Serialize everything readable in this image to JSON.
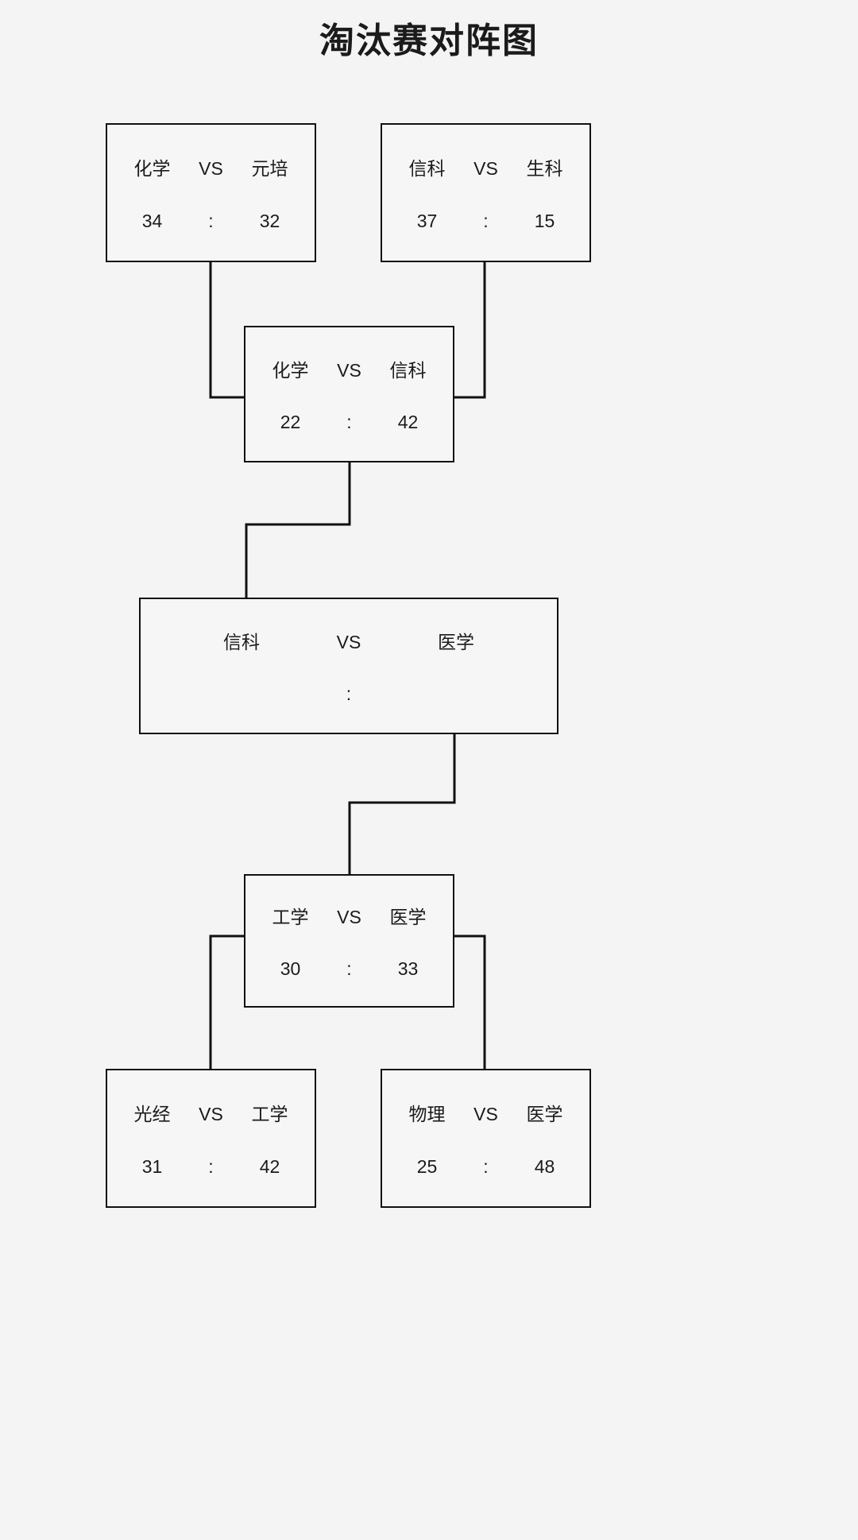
{
  "page": {
    "title": "淘汰赛对阵图",
    "background_color": "#f4f4f4",
    "box_fill_color": "#f6f6f6",
    "line_color": "#111111",
    "text_color": "#1b1b1b"
  },
  "labels": {
    "vs": "VS",
    "colon": ":"
  },
  "chart_data": {
    "type": "bracket",
    "title": "淘汰赛对阵图",
    "rounds": [
      {
        "name": "round-of-8-upper",
        "matches": [
          {
            "id": "m-chem-yuanpei",
            "team_left": "化学",
            "team_right": "元培",
            "score_left": "34",
            "score_right": "32",
            "winner": "化学"
          },
          {
            "id": "m-xinke-shengke",
            "team_left": "信科",
            "team_right": "生科",
            "score_left": "37",
            "score_right": "15",
            "winner": "信科"
          }
        ]
      },
      {
        "name": "semifinal-upper",
        "matches": [
          {
            "id": "m-chem-xinke",
            "team_left": "化学",
            "team_right": "信科",
            "score_left": "22",
            "score_right": "42",
            "winner": "信科"
          }
        ]
      },
      {
        "name": "final",
        "matches": [
          {
            "id": "m-xinke-yixue",
            "team_left": "信科",
            "team_right": "医学",
            "score_left": "",
            "score_right": "",
            "winner": ""
          }
        ]
      },
      {
        "name": "semifinal-lower",
        "matches": [
          {
            "id": "m-gongxue-yixue",
            "team_left": "工学",
            "team_right": "医学",
            "score_left": "30",
            "score_right": "33",
            "winner": "医学"
          }
        ]
      },
      {
        "name": "round-of-8-lower",
        "matches": [
          {
            "id": "m-guangjing-gongxue",
            "team_left": "光经",
            "team_right": "工学",
            "score_left": "31",
            "score_right": "42",
            "winner": "工学"
          },
          {
            "id": "m-wuli-yixue",
            "team_left": "物理",
            "team_right": "医学",
            "score_left": "25",
            "score_right": "48",
            "winner": "医学"
          }
        ]
      }
    ]
  }
}
